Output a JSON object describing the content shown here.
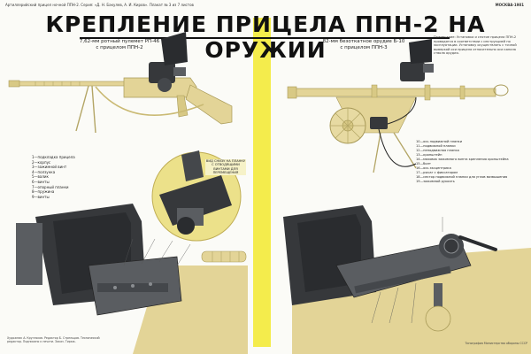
{
  "header": {
    "left_text": "Артиллерийский прицел ночной ППН-2. Серия: «Д. Н. Бакулев, А. И. Киров». Плакат № 3 из 7 листов",
    "right_text": "МОСКВА·1981",
    "title": "КРЕПЛЕНИЕ ПРИЦЕЛА ППН-2 НА ОРУЖИИ"
  },
  "left_panel": {
    "caption_line1": "7,62-мм ротный пулемет РП-46",
    "caption_line2": "с прицелом ППН-2",
    "legend": [
      "1—подкладка прицела",
      "2—корпус",
      "3—зажимной винт",
      "4—ползунка",
      "5—валик",
      "6—винты",
      "7—опорный планки",
      "8—пружина",
      "9—винты"
    ],
    "detail_label": "ВИД СНИЗУ НА ПЛАНКУ С ОТВОДЯЩИМИ ВИНТАМИ ДЛЯ ПЕРЕМЕЩЕНИЯ"
  },
  "right_panel": {
    "caption_line1": "82-мм безоткатное орудие Б-10",
    "caption_line2": "с прицелом ППН-3",
    "note": "Примечание: Установка и снятие прицела ППН-2 проводятся в соответствии с инструкцией по эксплуатации. Установку осуществлять с точной выверкой оси прицела относительно оси канала ствола орудия.",
    "legend": [
      "10—ось подвижной планки",
      "11—подвижной планки",
      "12—неподвижная планка",
      "13—кронштейн",
      "14—маховик зажимного винта крепления кронштейна",
      "15—болт",
      "16—ось эксцентрика",
      "17—рычаг с фиксатором",
      "18—сектор подвижной планки для углов возвышения",
      "19—зажимной рукоять"
    ]
  },
  "footer_left": "Художник А. Кругляков. Редактор Б. Стрельцов. Технический редактор. Подписано к печати. Заказ. Тираж.",
  "footer_right": "Типография Министерства обороны СССР",
  "colors": {
    "stripe": "#f4ec4c",
    "gun_tan": "#e3d497",
    "metal_dark": "#36383b",
    "metal_mid": "#5a5d61"
  }
}
